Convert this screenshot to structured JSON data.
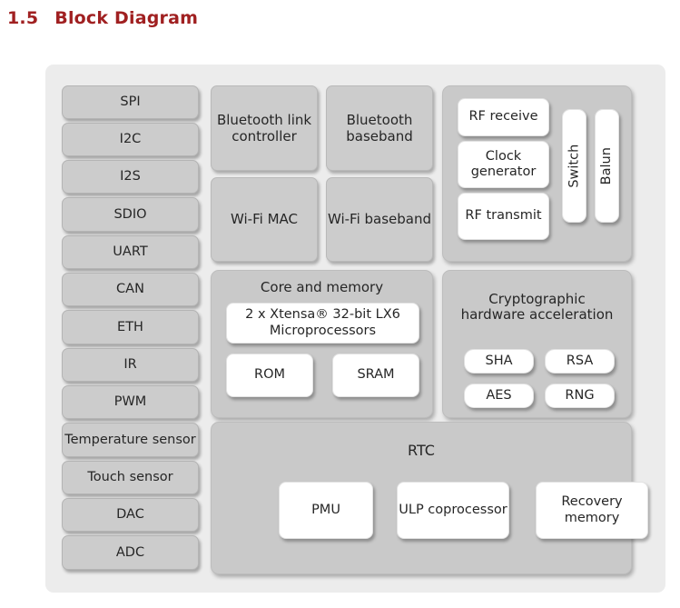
{
  "heading": {
    "number": "1.5",
    "title": "Block Diagram",
    "color": "#a02021"
  },
  "colors": {
    "frame_bg": "#ececec",
    "panel_bg": "#c9c9c9",
    "block_bg": "#cccccc",
    "sub_block_bg": "#ffffff",
    "text": "#262626"
  },
  "peripherals": [
    {
      "label": "SPI"
    },
    {
      "label": "I2C"
    },
    {
      "label": "I2S"
    },
    {
      "label": "SDIO"
    },
    {
      "label": "UART"
    },
    {
      "label": "CAN"
    },
    {
      "label": "ETH"
    },
    {
      "label": "IR"
    },
    {
      "label": "PWM"
    },
    {
      "label": "Temperature sensor"
    },
    {
      "label": "Touch sensor"
    },
    {
      "label": "DAC"
    },
    {
      "label": "ADC"
    }
  ],
  "radio_blocks": [
    {
      "label": "Bluetooth link controller"
    },
    {
      "label": "Bluetooth baseband"
    },
    {
      "label": "Wi-Fi MAC"
    },
    {
      "label": "Wi-Fi baseband"
    }
  ],
  "rf_panel": {
    "blocks": [
      {
        "label": "RF receive"
      },
      {
        "label": "Clock generator"
      },
      {
        "label": "RF transmit"
      }
    ],
    "vertical_blocks": [
      {
        "label": "Switch"
      },
      {
        "label": "Balun"
      }
    ]
  },
  "core_panel": {
    "title": "Core and memory",
    "blocks": [
      {
        "label": "2 x Xtensa® 32-bit LX6 Microprocessors"
      },
      {
        "label": "ROM"
      },
      {
        "label": "SRAM"
      }
    ]
  },
  "crypto_panel": {
    "title": "Cryptographic hardware acceleration",
    "blocks": [
      {
        "label": "SHA"
      },
      {
        "label": "RSA"
      },
      {
        "label": "AES"
      },
      {
        "label": "RNG"
      }
    ]
  },
  "rtc_panel": {
    "title": "RTC",
    "blocks": [
      {
        "label": "PMU"
      },
      {
        "label": "ULP coprocessor"
      },
      {
        "label": "Recovery memory"
      }
    ]
  }
}
